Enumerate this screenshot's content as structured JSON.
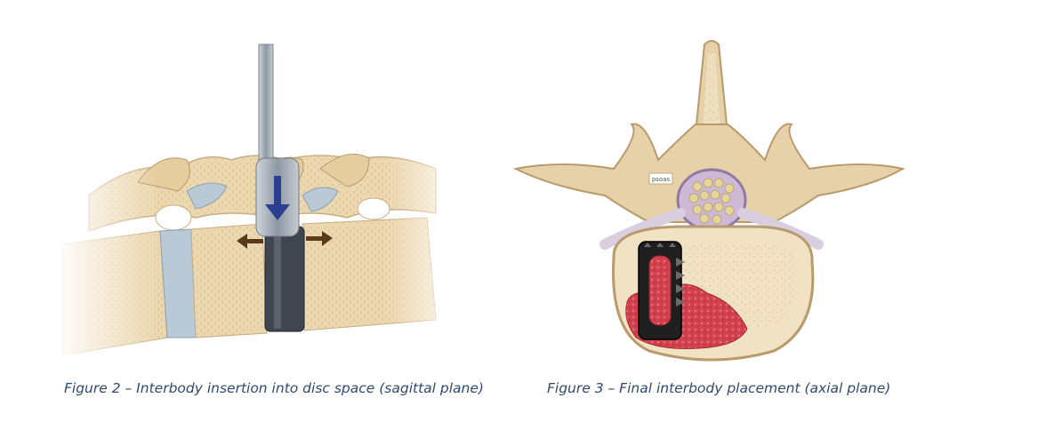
{
  "figures": [
    {
      "id": "figure-2",
      "caption": "Figure 2 – Interbody insertion into disc space (sagittal plane)",
      "icons": [
        "down-arrow-icon",
        "left-arrow-icon",
        "right-arrow-icon"
      ]
    },
    {
      "id": "figure-3",
      "caption": "Figure 3 – Final interbody placement (axial plane)",
      "small_label": "psoas"
    }
  ],
  "colors": {
    "bone": "#ecd8b0",
    "bone_outline": "#b89a6c",
    "disc": "#b9c9d6",
    "instrument": "#9aa3ad",
    "cage": "#222222",
    "graft": "#d2424e",
    "nerve": "#d9cde0",
    "caption": "#2f4a6e"
  }
}
